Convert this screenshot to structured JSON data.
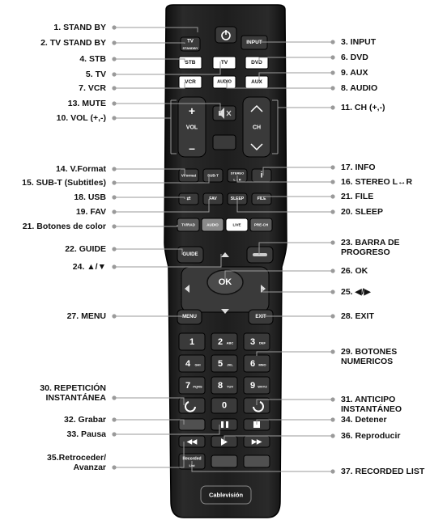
{
  "labels_left": [
    {
      "id": "l1",
      "text": "1. STAND BY"
    },
    {
      "id": "l2",
      "text": "2. TV STAND BY"
    },
    {
      "id": "l4",
      "text": "4. STB"
    },
    {
      "id": "l5",
      "text": "5. TV"
    },
    {
      "id": "l7",
      "text": "7. VCR"
    },
    {
      "id": "l13",
      "text": "13. MUTE"
    },
    {
      "id": "l10",
      "text": "10. VOL (+,-)"
    },
    {
      "id": "l14",
      "text": "14. V.Format"
    },
    {
      "id": "l15",
      "text": "15. SUB-T (Subtitles)"
    },
    {
      "id": "l18",
      "text": "18. USB"
    },
    {
      "id": "l19",
      "text": "19. FAV"
    },
    {
      "id": "l21",
      "text": "21. Botones de color"
    },
    {
      "id": "l22",
      "text": "22. GUIDE"
    },
    {
      "id": "l24",
      "text": "24. ▲/▼"
    },
    {
      "id": "l27",
      "text": "27. MENU"
    },
    {
      "id": "l30",
      "text": "30. REPETICIÓN\nINSTANTÁNEA"
    },
    {
      "id": "l32",
      "text": "32. Grabar"
    },
    {
      "id": "l33",
      "text": "33. Pausa"
    },
    {
      "id": "l35",
      "text": "35.Retroceder/\nAvanzar"
    }
  ],
  "labels_right": [
    {
      "id": "r3",
      "text": "3. INPUT"
    },
    {
      "id": "r6",
      "text": "6. DVD"
    },
    {
      "id": "r9",
      "text": "9. AUX"
    },
    {
      "id": "r8",
      "text": "8. AUDIO"
    },
    {
      "id": "r11",
      "text": "11. CH (+,-)"
    },
    {
      "id": "r17",
      "text": "17. INFO"
    },
    {
      "id": "r16",
      "text": "16. STEREO L↔R"
    },
    {
      "id": "r21f",
      "text": "21. FILE"
    },
    {
      "id": "r20",
      "text": "20. SLEEP"
    },
    {
      "id": "r23",
      "text": "23. BARRA DE\nPROGRESO"
    },
    {
      "id": "r26",
      "text": "26. OK"
    },
    {
      "id": "r25",
      "text": "25. ◀/▶"
    },
    {
      "id": "r28",
      "text": "28. EXIT"
    },
    {
      "id": "r29",
      "text": "29. BOTONES\nNUMERICOS"
    },
    {
      "id": "r31",
      "text": "31. ANTICIPO\nINSTANTÁNEO"
    },
    {
      "id": "r34",
      "text": "34. Detener"
    },
    {
      "id": "r36",
      "text": "36. Reproducir"
    },
    {
      "id": "r37",
      "text": "37. RECORDED LIST"
    }
  ],
  "remote_keys": {
    "tv_standby": "TV",
    "tv_standby_sub": "STANDBY",
    "input": "INPUT",
    "stb": "STB",
    "tv": "TV",
    "dvd": "DVD",
    "vcr": "VCR",
    "audio": "AUDIO",
    "aux": "AUX",
    "vol": "VOL",
    "ch": "CH",
    "vformat": "VFormat",
    "subt": "SUB-T",
    "stereo": "STEREO",
    "stereo_sub": "L↔R",
    "info": "i",
    "fav": "FAV",
    "sleep": "SLEEP",
    "file": "FILE",
    "tvrad": "TV/RAD",
    "audio2": "AUDIO",
    "live": "LIVE",
    "prech": "PRE-CH",
    "guide": "GUIDE",
    "ok": "OK",
    "menu": "MENU",
    "exit": "EXIT",
    "zero": "0",
    "recorded": "Recorded",
    "recorded_sub": "List",
    "brand": "Cablevisión",
    "numpad": [
      {
        "n": "1",
        "s": ""
      },
      {
        "n": "2",
        "s": "ABC"
      },
      {
        "n": "3",
        "s": "DEF"
      },
      {
        "n": "4",
        "s": "GHI"
      },
      {
        "n": "5",
        "s": "JKL"
      },
      {
        "n": "6",
        "s": "MNO"
      },
      {
        "n": "7",
        "s": "PQRS"
      },
      {
        "n": "8",
        "s": "TUV"
      },
      {
        "n": "9",
        "s": "WXYZ"
      }
    ]
  },
  "colors": {
    "body": "#1c1c1c",
    "key": "#3a3a3a",
    "whitekey": "#ffffff",
    "leader": "#9a9a9a",
    "label": "#111111"
  }
}
